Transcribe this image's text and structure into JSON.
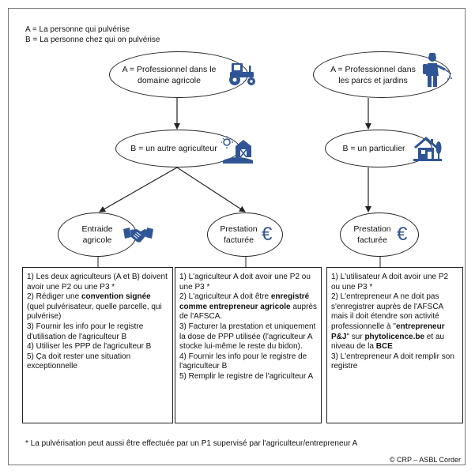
{
  "legend": {
    "line_a": "A = La personne qui pulvérise",
    "line_b": "B = La personne chez qui on pulvérise"
  },
  "nodes": {
    "agri_pro": {
      "line1": "A = Professionnel dans le",
      "line2": "domaine agricole",
      "icon": "tractor-icon"
    },
    "parcs_pro": {
      "line1": "A = Professionnel dans",
      "line2": "les parcs et jardins",
      "icon": "sprayer-worker-icon"
    },
    "autre_agri": {
      "label": "B = un autre agriculteur",
      "icon": "farm-barn-icon"
    },
    "particulier": {
      "label": "B = un particulier",
      "icon": "house-icon"
    },
    "entraide": {
      "line1": "Entraide",
      "line2": "agricole",
      "icon": "handshake-icon"
    },
    "prestation1": {
      "line1": "Prestation",
      "line2": "facturée",
      "icon": "euro-icon"
    },
    "prestation2": {
      "line1": "Prestation",
      "line2": "facturée",
      "icon": "euro-icon"
    }
  },
  "boxes": {
    "entraide": {
      "l1": "1)  Les deux agriculteurs (A et B) doivent avoir une P2 ou une P3 *",
      "l2a": "2) Rédiger une ",
      "l2b": "convention signée",
      "l2c": " (quel pulvérisateur, quelle parcelle, qui pulvérise)",
      "l3": "3) Fournir les info pour le registre d'utilisation de l'agriculteur B",
      "l4": "4) Utiliser les PPP de l'agriculteur B",
      "l5": "5) Ça doit rester une situation exceptionnelle"
    },
    "prestation_agri": {
      "l1": "1) L'agriculteur A doit avoir une P2 ou une P3 *",
      "l2a": "2) L'agriculteur A doit être ",
      "l2b": "enregistré comme entrepreneur agricole",
      "l2c": " auprès de l'AFSCA.",
      "l3": "3) Facturer la prestation et uniquement la dose de PPP utilisée (l'agriculteur A stocke lui-même le reste du bidon).",
      "l4": "4) Fournir les info pour le registre de l'agriculteur B",
      "l5": "5) Remplir le registre de l'agriculteur A"
    },
    "prestation_pj": {
      "l1": "1) L'utilisateur A doit avoir une P2 ou une P3 *",
      "l2a": "2) L'entrepreneur A ne doit pas s'enregistrer auprès de l'AFSCA mais il doit étendre son activité professionnelle à \"",
      "l2b": "entrepreneur P&J",
      "l2c": "\" sur ",
      "l2d": "phytolicence.be",
      "l2e": " et au niveau de la ",
      "l2f": "BCE",
      "l3": "3) L'entrepreneur A doit remplir son registre"
    }
  },
  "footnote": "* La pulvérisation peut aussi être effectuée par un P1 supervisé par l'agriculteur/entrepreneur A",
  "credit": "© CRP – ASBL Corder",
  "colors": {
    "icon": "#2f5596",
    "line": "#222222"
  }
}
